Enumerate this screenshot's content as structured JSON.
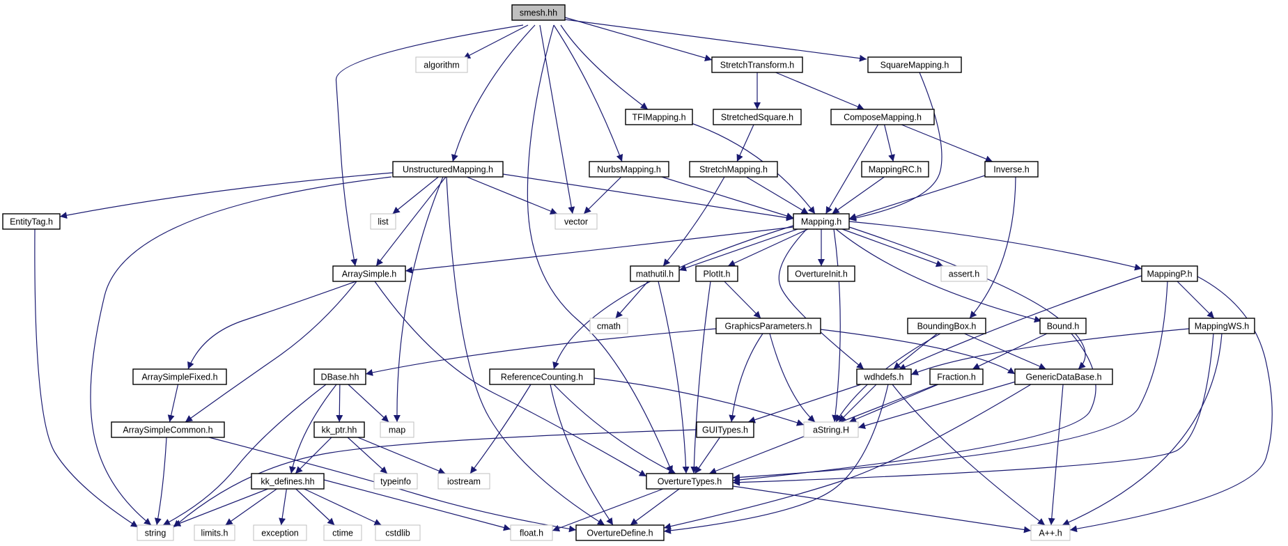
{
  "colors": {
    "edge": "#191970",
    "box_local": "#000000",
    "box_system": "#bfbfbf",
    "root_fill": "#bfbfbf",
    "background": "#ffffff"
  },
  "nodes": {
    "smesh": {
      "label": "smesh.hh",
      "style": "root"
    },
    "algorithm": {
      "label": "algorithm",
      "style": "system"
    },
    "stretchtransform": {
      "label": "StretchTransform.h",
      "style": "local"
    },
    "squaremapping": {
      "label": "SquareMapping.h",
      "style": "local"
    },
    "tfimapping": {
      "label": "TFIMapping.h",
      "style": "local"
    },
    "stretchedsquare": {
      "label": "StretchedSquare.h",
      "style": "local"
    },
    "composemapping": {
      "label": "ComposeMapping.h",
      "style": "local"
    },
    "unstructuredmapping": {
      "label": "UnstructuredMapping.h",
      "style": "local"
    },
    "nurbsmapping": {
      "label": "NurbsMapping.h",
      "style": "local"
    },
    "stretchmapping": {
      "label": "StretchMapping.h",
      "style": "local"
    },
    "mappingrc": {
      "label": "MappingRC.h",
      "style": "local"
    },
    "inverse": {
      "label": "Inverse.h",
      "style": "local"
    },
    "entitytag": {
      "label": "EntityTag.h",
      "style": "local"
    },
    "list": {
      "label": "list",
      "style": "system"
    },
    "vector": {
      "label": "vector",
      "style": "system"
    },
    "mapping": {
      "label": "Mapping.h",
      "style": "local"
    },
    "arraysimple": {
      "label": "ArraySimple.h",
      "style": "local"
    },
    "mathutil": {
      "label": "mathutil.h",
      "style": "local"
    },
    "plotit": {
      "label": "PlotIt.h",
      "style": "local"
    },
    "overtureinit": {
      "label": "OvertureInit.h",
      "style": "local"
    },
    "assert": {
      "label": "assert.h",
      "style": "system"
    },
    "mappingp": {
      "label": "MappingP.h",
      "style": "local"
    },
    "cmath": {
      "label": "cmath",
      "style": "system"
    },
    "graphicsparameters": {
      "label": "GraphicsParameters.h",
      "style": "local"
    },
    "boundingbox": {
      "label": "BoundingBox.h",
      "style": "local"
    },
    "bound": {
      "label": "Bound.h",
      "style": "local"
    },
    "mappingws": {
      "label": "MappingWS.h",
      "style": "local"
    },
    "arraysimplefixed": {
      "label": "ArraySimpleFixed.h",
      "style": "local"
    },
    "dbase": {
      "label": "DBase.hh",
      "style": "local"
    },
    "referencecounting": {
      "label": "ReferenceCounting.h",
      "style": "local"
    },
    "wdhdefs": {
      "label": "wdhdefs.h",
      "style": "local"
    },
    "fraction": {
      "label": "Fraction.h",
      "style": "local"
    },
    "genericdatabase": {
      "label": "GenericDataBase.h",
      "style": "local"
    },
    "arraysimplecommon": {
      "label": "ArraySimpleCommon.h",
      "style": "local"
    },
    "kk_ptr": {
      "label": "kk_ptr.hh",
      "style": "local"
    },
    "map": {
      "label": "map",
      "style": "system"
    },
    "guitypes": {
      "label": "GUITypes.h",
      "style": "local"
    },
    "astring": {
      "label": "aString.H",
      "style": "system"
    },
    "kk_defines": {
      "label": "kk_defines.hh",
      "style": "local"
    },
    "typeinfo": {
      "label": "typeinfo",
      "style": "system"
    },
    "iostream": {
      "label": "iostream",
      "style": "system"
    },
    "overturetypes": {
      "label": "OvertureTypes.h",
      "style": "local"
    },
    "string": {
      "label": "string",
      "style": "system"
    },
    "limits": {
      "label": "limits.h",
      "style": "system"
    },
    "exception": {
      "label": "exception",
      "style": "system"
    },
    "ctime": {
      "label": "ctime",
      "style": "system"
    },
    "cstdlib": {
      "label": "cstdlib",
      "style": "system"
    },
    "float": {
      "label": "float.h",
      "style": "system"
    },
    "overturedefine": {
      "label": "OvertureDefine.h",
      "style": "local"
    },
    "aplusplus": {
      "label": "A++.h",
      "style": "system"
    }
  },
  "edges": [
    [
      "smesh",
      "algorithm"
    ],
    [
      "smesh",
      "stretchtransform"
    ],
    [
      "smesh",
      "squaremapping"
    ],
    [
      "smesh",
      "tfimapping"
    ],
    [
      "smesh",
      "unstructuredmapping"
    ],
    [
      "smesh",
      "nurbsmapping"
    ],
    [
      "smesh",
      "vector"
    ],
    [
      "smesh",
      "arraysimple"
    ],
    [
      "smesh",
      "overturetypes"
    ],
    [
      "stretchtransform",
      "stretchedsquare"
    ],
    [
      "stretchtransform",
      "composemapping"
    ],
    [
      "squaremapping",
      "mapping"
    ],
    [
      "tfimapping",
      "mapping"
    ],
    [
      "stretchedsquare",
      "stretchmapping"
    ],
    [
      "composemapping",
      "mapping"
    ],
    [
      "composemapping",
      "mappingrc"
    ],
    [
      "composemapping",
      "inverse"
    ],
    [
      "unstructuredmapping",
      "entitytag"
    ],
    [
      "unstructuredmapping",
      "list"
    ],
    [
      "unstructuredmapping",
      "vector"
    ],
    [
      "unstructuredmapping",
      "mapping"
    ],
    [
      "unstructuredmapping",
      "arraysimple"
    ],
    [
      "unstructuredmapping",
      "map"
    ],
    [
      "unstructuredmapping",
      "string"
    ],
    [
      "unstructuredmapping",
      "overturedefine"
    ],
    [
      "nurbsmapping",
      "vector"
    ],
    [
      "nurbsmapping",
      "mapping"
    ],
    [
      "stretchmapping",
      "mapping"
    ],
    [
      "stretchmapping",
      "mathutil"
    ],
    [
      "mappingrc",
      "mapping"
    ],
    [
      "inverse",
      "mapping"
    ],
    [
      "inverse",
      "boundingbox"
    ],
    [
      "entitytag",
      "string"
    ],
    [
      "mapping",
      "arraysimple"
    ],
    [
      "mapping",
      "mathutil"
    ],
    [
      "mapping",
      "plotit"
    ],
    [
      "mapping",
      "overtureinit"
    ],
    [
      "mapping",
      "assert"
    ],
    [
      "mapping",
      "mappingp"
    ],
    [
      "mapping",
      "referencecounting"
    ],
    [
      "mapping",
      "wdhdefs"
    ],
    [
      "mapping",
      "astring"
    ],
    [
      "mapping",
      "bound"
    ],
    [
      "mapping",
      "genericdatabase"
    ],
    [
      "arraysimple",
      "arraysimplefixed"
    ],
    [
      "arraysimple",
      "arraysimplecommon"
    ],
    [
      "arraysimple",
      "overturetypes"
    ],
    [
      "mathutil",
      "cmath"
    ],
    [
      "mathutil",
      "overturetypes"
    ],
    [
      "plotit",
      "graphicsparameters"
    ],
    [
      "plotit",
      "overturetypes"
    ],
    [
      "mappingp",
      "mappingws"
    ],
    [
      "mappingp",
      "wdhdefs"
    ],
    [
      "mappingp",
      "overturetypes"
    ],
    [
      "mappingp",
      "aplusplus"
    ],
    [
      "graphicsparameters",
      "dbase"
    ],
    [
      "graphicsparameters",
      "guitypes"
    ],
    [
      "graphicsparameters",
      "astring"
    ],
    [
      "graphicsparameters",
      "genericdatabase"
    ],
    [
      "boundingbox",
      "wdhdefs"
    ],
    [
      "boundingbox",
      "genericdatabase"
    ],
    [
      "boundingbox",
      "astring"
    ],
    [
      "bound",
      "fraction"
    ],
    [
      "bound",
      "overturetypes"
    ],
    [
      "mappingws",
      "wdhdefs"
    ],
    [
      "mappingws",
      "overturetypes"
    ],
    [
      "mappingws",
      "aplusplus"
    ],
    [
      "arraysimplefixed",
      "arraysimplecommon"
    ],
    [
      "arraysimplecommon",
      "string"
    ],
    [
      "arraysimplecommon",
      "overturedefine"
    ],
    [
      "dbase",
      "kk_ptr"
    ],
    [
      "dbase",
      "map"
    ],
    [
      "dbase",
      "kk_defines"
    ],
    [
      "dbase",
      "string"
    ],
    [
      "referencecounting",
      "astring"
    ],
    [
      "referencecounting",
      "iostream"
    ],
    [
      "referencecounting",
      "overturetypes"
    ],
    [
      "referencecounting",
      "overturedefine"
    ],
    [
      "wdhdefs",
      "guitypes"
    ],
    [
      "wdhdefs",
      "astring"
    ],
    [
      "wdhdefs",
      "overturedefine"
    ],
    [
      "wdhdefs",
      "aplusplus"
    ],
    [
      "fraction",
      "astring"
    ],
    [
      "fraction",
      "overturetypes"
    ],
    [
      "genericdatabase",
      "astring"
    ],
    [
      "genericdatabase",
      "overturedefine"
    ],
    [
      "genericdatabase",
      "aplusplus"
    ],
    [
      "kk_ptr",
      "kk_defines"
    ],
    [
      "kk_ptr",
      "typeinfo"
    ],
    [
      "kk_ptr",
      "iostream"
    ],
    [
      "guitypes",
      "overturetypes"
    ],
    [
      "guitypes",
      "string"
    ],
    [
      "kk_defines",
      "string"
    ],
    [
      "kk_defines",
      "limits"
    ],
    [
      "kk_defines",
      "exception"
    ],
    [
      "kk_defines",
      "ctime"
    ],
    [
      "kk_defines",
      "cstdlib"
    ],
    [
      "kk_defines",
      "float"
    ],
    [
      "overturetypes",
      "float"
    ],
    [
      "overturetypes",
      "overturedefine"
    ],
    [
      "overturetypes",
      "aplusplus"
    ]
  ]
}
